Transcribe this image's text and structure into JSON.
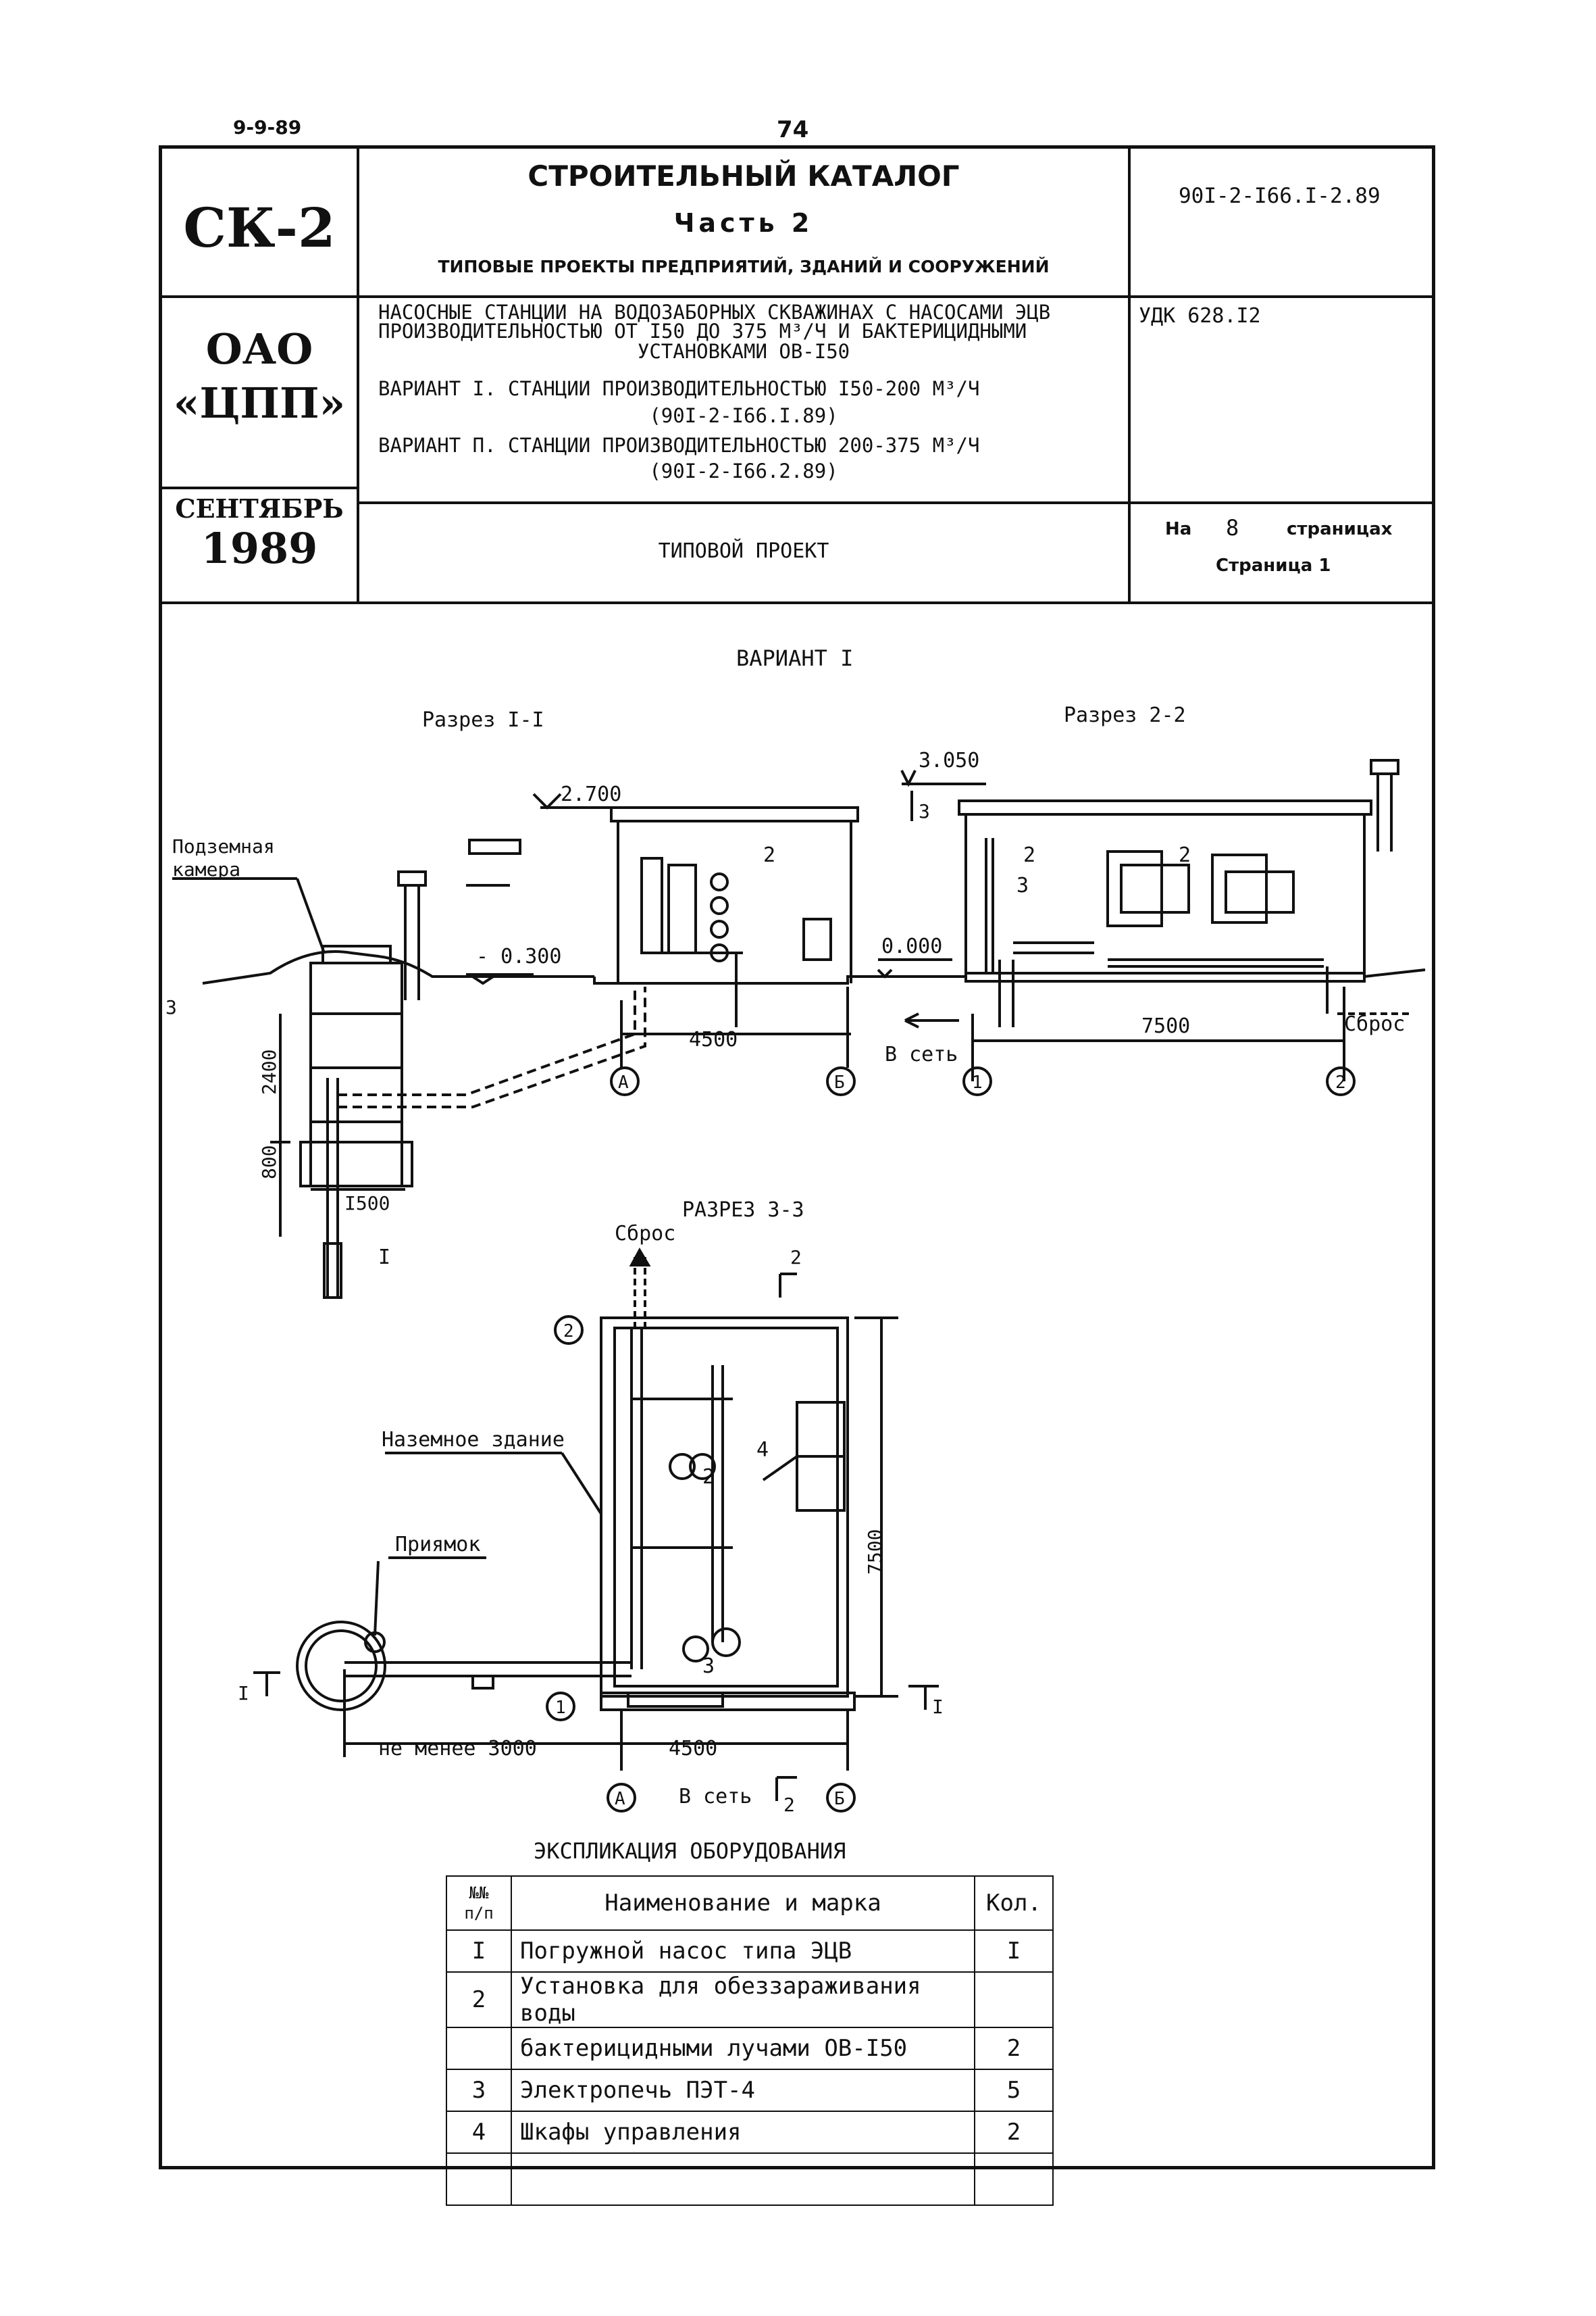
{
  "top": {
    "date": "9-9-89",
    "page_number": "74"
  },
  "header": {
    "sk_code": "СК-2",
    "org_line1": "ОАО",
    "org_line2": "«ЦПП»",
    "month": "СЕНТЯБРЬ",
    "year": "1989",
    "catalog_title": "СТРОИТЕЛЬНЫЙ КАТАЛОГ",
    "part": "Часть 2",
    "part_subtitle": "ТИПОВЫЕ ПРОЕКТЫ ПРЕДПРИЯТИЙ, ЗДАНИЙ И СООРУЖЕНИЙ",
    "doc_code": "90I-2-I66.I-2.89",
    "udk": "УДК 628.I2",
    "desc_line1": "НАСОСНЫЕ СТАНЦИИ НА ВОДОЗАБОРНЫХ СКВАЖИНАХ С НАСОСАМИ ЭЦВ",
    "desc_line2": "ПРОИЗВОДИТЕЛЬНОСТЬЮ ОТ I50 ДО 375 М³/Ч И БАКТЕРИЦИДНЫМИ",
    "desc_line3": "УСТАНОВКАМИ ОВ-I50",
    "variant1_line1": "ВАРИАНТ I. СТАНЦИИ ПРОИЗВОДИТЕЛЬНОСТЬЮ I50-200 М³/Ч",
    "variant1_line2": "(90I-2-I66.I.89)",
    "variant2_line1": "ВАРИАНТ П. СТАНЦИИ ПРОИЗВОДИТЕЛЬНОСТЬЮ 200-375 М³/Ч",
    "variant2_line2": "(90I-2-I66.2.89)",
    "project_type": "ТИПОВОЙ ПРОЕКТ",
    "pages_prefix": "На",
    "pages_count": "8",
    "pages_suffix": "страницах",
    "page_label": "Страница 1"
  },
  "drawing": {
    "variant_title": "ВАРИАНТ I",
    "section1_title": "Разрез I-I",
    "section2_title": "Разрез 2-2",
    "section3_title": "РАЗРЕЗ 3-3",
    "underground_chamber_1": "Подземная",
    "underground_chamber_2": "камера",
    "elev_2700": "2.700",
    "elev_minus_0300": "- 0.300",
    "elev_3050": "3.050",
    "elev_0000": "0.000",
    "dim_4500_a": "4500",
    "dim_7500_a": "7500",
    "dim_2400": "2400",
    "dim_800": "800",
    "dim_1500": "I500",
    "dim_7500_b": "7500",
    "dim_min_3000": "не менее 3000",
    "dim_4500_b": "4500",
    "to_network": "В сеть",
    "discharge": "Сброс",
    "ground_building": "Наземное здание",
    "pit": "Приямок",
    "mark_1": "I",
    "mark_2": "2",
    "mark_3": "3",
    "mark_4": "4",
    "axis_a": "А",
    "axis_b": "Б",
    "axis_1": "1",
    "axis_2": "2"
  },
  "table": {
    "title": "ЭКСПЛИКАЦИЯ ОБОРУДОВАНИЯ",
    "col_num_1": "№№",
    "col_num_2": "п/п",
    "col_name": "Наименование и марка",
    "col_qty": "Кол.",
    "rows": [
      {
        "num": "I",
        "name": "Погружной насос типа ЭЦВ",
        "qty": "I"
      },
      {
        "num": "2",
        "name": "Установка для обеззараживания воды",
        "qty": ""
      },
      {
        "num": "",
        "name": "бактерицидными лучами ОВ-I50",
        "qty": "2"
      },
      {
        "num": "3",
        "name": "Электропечь ПЭТ-4",
        "qty": "5"
      },
      {
        "num": "4",
        "name": "Шкафы управления",
        "qty": "2"
      },
      {
        "num": "",
        "name": "",
        "qty": ""
      }
    ]
  }
}
